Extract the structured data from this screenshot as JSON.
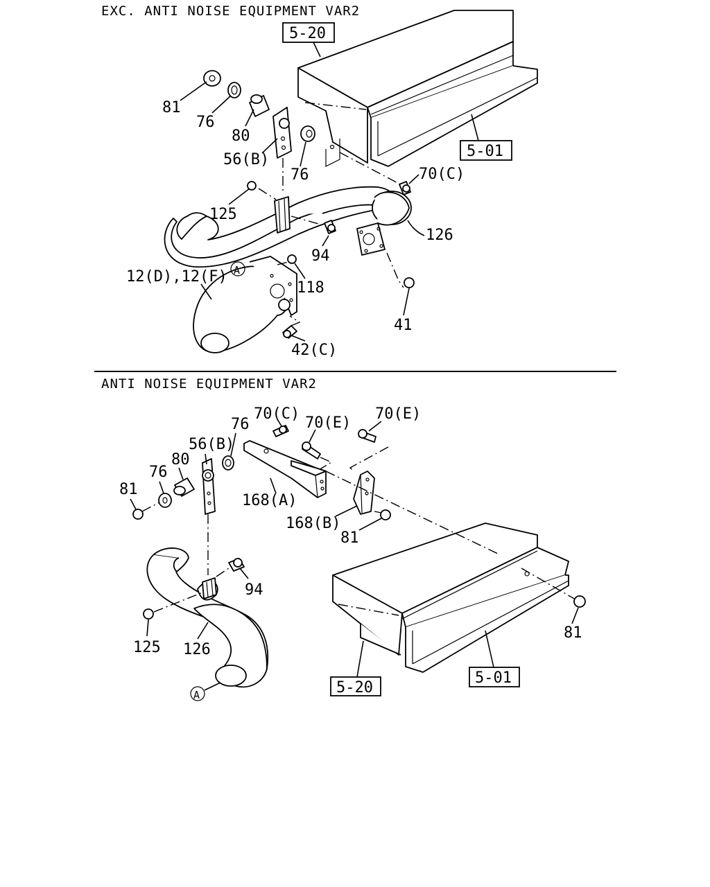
{
  "sections": {
    "top_title": "EXC. ANTI NOISE EQUIPMENT VAR2",
    "bottom_title": "ANTI NOISE EQUIPMENT VAR2"
  },
  "top": {
    "ref_5_20": "5-20",
    "ref_5_01": "5-01",
    "p81": "81",
    "p76a": "76",
    "p80": "80",
    "p56b": "56(B)",
    "p76b": "76",
    "p70c": "70(C)",
    "p125": "125",
    "p94": "94",
    "p126": "126",
    "p12": "12(D),12(F)",
    "pA": "A",
    "p118": "118",
    "p41": "41",
    "p42c": "42(C)"
  },
  "bottom": {
    "p70c": "70(C)",
    "p70e1": "70(E)",
    "p70e2": "70(E)",
    "p76a": "76",
    "p56b": "56(B)",
    "p80": "80",
    "p76b": "76",
    "p81a": "81",
    "p168a": "168(A)",
    "p168b": "168(B)",
    "p81b": "81",
    "p94": "94",
    "p125": "125",
    "p126": "126",
    "pA": "A",
    "ref_5_20": "5-20",
    "ref_5_01": "5-01",
    "p81c": "81"
  }
}
